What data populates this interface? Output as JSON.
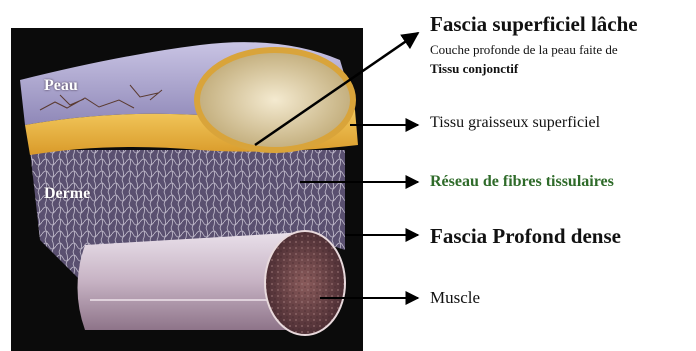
{
  "image_labels": {
    "skin": "Peau",
    "dermis": "Derme"
  },
  "annotations": {
    "fascia_superficial_title": "Fascia superficiel lâche",
    "fascia_superficial_desc_line1": "Couche profonde de la peau faite de",
    "fascia_superficial_desc_line2": "Tissu conjonctif",
    "fat": "Tissu graisseux superficiel",
    "fibres": "Réseau de fibres tissulaires",
    "deep_fascia": "Fascia Profond dense",
    "muscle": "Muscle"
  },
  "colors": {
    "fibres_label": "#2f6b2a",
    "background": "#ffffff",
    "illustration_bg": "#0b0b0b",
    "skin": "#b7b1d6",
    "fat": "#e8b54a",
    "muscle": "#6d4a4a"
  }
}
